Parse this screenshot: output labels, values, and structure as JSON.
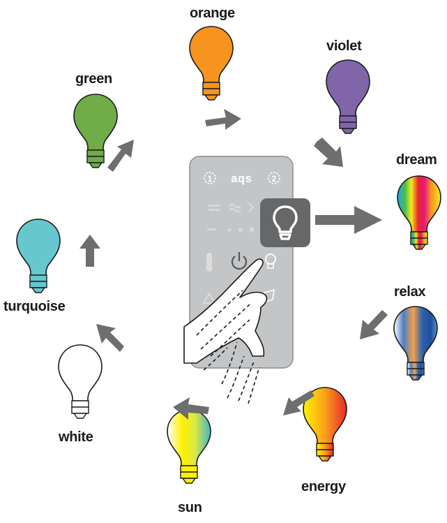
{
  "modes": [
    {
      "id": "orange",
      "label": "orange",
      "color": "#f7941d"
    },
    {
      "id": "violet",
      "label": "violet",
      "color": "#8066a8"
    },
    {
      "id": "dream",
      "label": "dream",
      "color": "multicolor"
    },
    {
      "id": "relax",
      "label": "relax",
      "color": "blue-orange gradient"
    },
    {
      "id": "energy",
      "label": "energy",
      "color": "yellow-red gradient"
    },
    {
      "id": "sun",
      "label": "sun",
      "color": "yellow-cyan gradient"
    },
    {
      "id": "white",
      "label": "white",
      "color": "#ffffff"
    },
    {
      "id": "turquoise",
      "label": "turquoise",
      "color": "#66c7cf"
    },
    {
      "id": "green",
      "label": "green",
      "color": "#70ac47"
    }
  ],
  "panel": {
    "logo": "aqs",
    "zone_1": "1",
    "zone_2": "2",
    "icons": [
      "zone-1-icon",
      "logo",
      "zone-2-icon",
      "wave-icon",
      "power-icon",
      "bulb-icon",
      "thermometer-icon",
      "triangle-icon",
      "flag-icon"
    ]
  },
  "colors": {
    "arrow": "#6d6e70",
    "panel": "#c3c5c7",
    "panel_stroke": "#8a8c8e",
    "highlight": "#666769"
  }
}
